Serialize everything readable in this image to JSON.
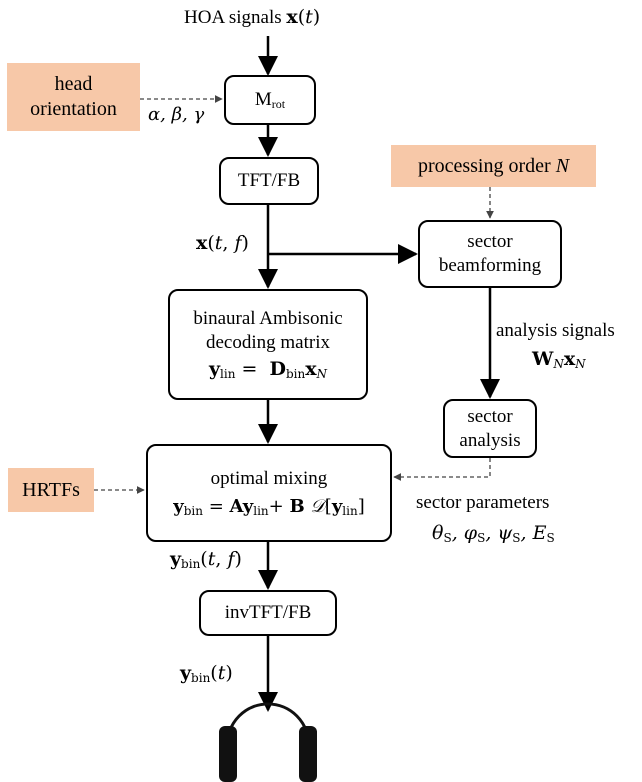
{
  "nodes": {
    "hoa_input": "HOA signals",
    "head_orientation": "head\norientation",
    "rotation": {
      "base": "M",
      "sub": "rot"
    },
    "tft_fb": "TFT/FB",
    "processing_order": "processing order",
    "processing_order_symbol": "N",
    "sector_beamforming": "sector\nbeamforming",
    "binaural_decoding": {
      "line1": "binaural Ambisonic",
      "line2": "decoding matrix"
    },
    "analysis_signals": "analysis signals",
    "sector_analysis": "sector\nanalysis",
    "optimal_mixing": "optimal mixing",
    "hrtfs": "HRTFs",
    "sector_parameters": "sector parameters",
    "inv_tft_fb": "invTFT/FB"
  },
  "math": {
    "angles": "α, β, γ",
    "sector_params": "θS, φS, ψS, ES"
  },
  "colors": {
    "tag_fill": "#f7c8a8",
    "line": "#000000",
    "headphone": "#111111"
  },
  "icons": {
    "output": "headphones-icon"
  }
}
